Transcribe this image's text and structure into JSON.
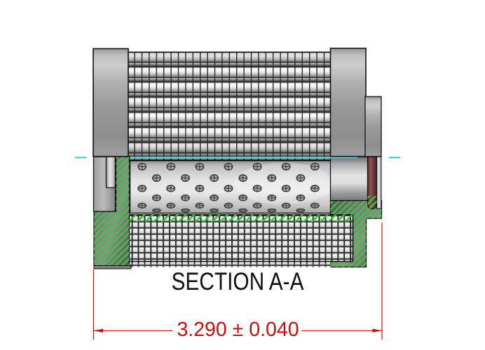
{
  "drawing": {
    "title": "filter element section drawing",
    "section_label": "SECTION A-A",
    "dimension": {
      "value": "3.290",
      "tolerance": "± 0.040",
      "display": "3.290 ± 0.040"
    },
    "colors": {
      "dimension_red": "#cf0d0d",
      "centerline_cyan": "#3fd6d6",
      "hatch_green": "#32c432",
      "oring_maroon": "#7a4040",
      "outline_black": "#111111"
    },
    "parts": {
      "outer_mesh": "woven wire mesh (outer)",
      "inner_core": "perforated core tube",
      "media_section": "filter media cross-section",
      "left_end_cap": "left end cap",
      "right_end_cap": "right end cap",
      "oring": "o-ring seal"
    }
  }
}
